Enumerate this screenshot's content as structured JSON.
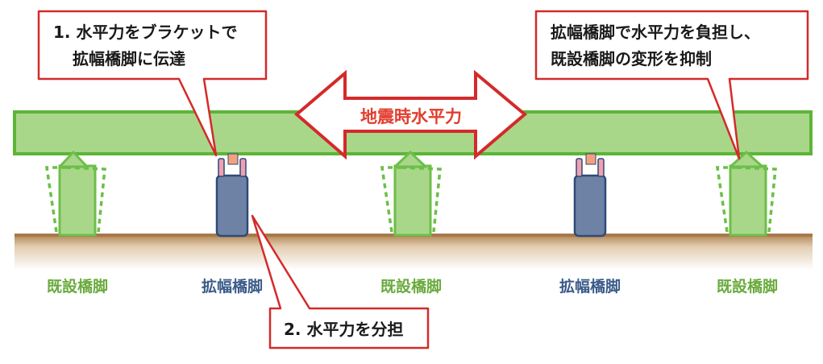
{
  "callouts": {
    "step1_line1": "1.  水平力をブラケットで",
    "step1_line2": "拡幅橋脚に伝達",
    "step2": "2.  水平力を分担",
    "right_line1": "拡幅橋脚で水平力を負担し、",
    "right_line2": "既設橋脚の変形を抑制"
  },
  "arrow_label": "地震時水平力",
  "piers": [
    {
      "label": "既設橋脚",
      "kind": "existing"
    },
    {
      "label": "拡幅橋脚",
      "kind": "widening"
    },
    {
      "label": "既設橋脚",
      "kind": "existing"
    },
    {
      "label": "拡幅橋脚",
      "kind": "widening"
    },
    {
      "label": "既設橋脚",
      "kind": "existing"
    }
  ],
  "colors": {
    "deck_fill": "#a9d78a",
    "deck_stroke": "#5cb537",
    "existing_pier": "#6cbf48",
    "widening_pier": "#6e82a6",
    "widening_stroke": "#2f4a78",
    "callout_border": "#d42a2a",
    "arrow_text": "#e23d2d",
    "ground": "#b08350",
    "label_existing": "#6aaa3d",
    "label_widening": "#3b5b88",
    "bracket_pink": "#f0a0b0",
    "bracket_salmon": "#f4a07f"
  }
}
